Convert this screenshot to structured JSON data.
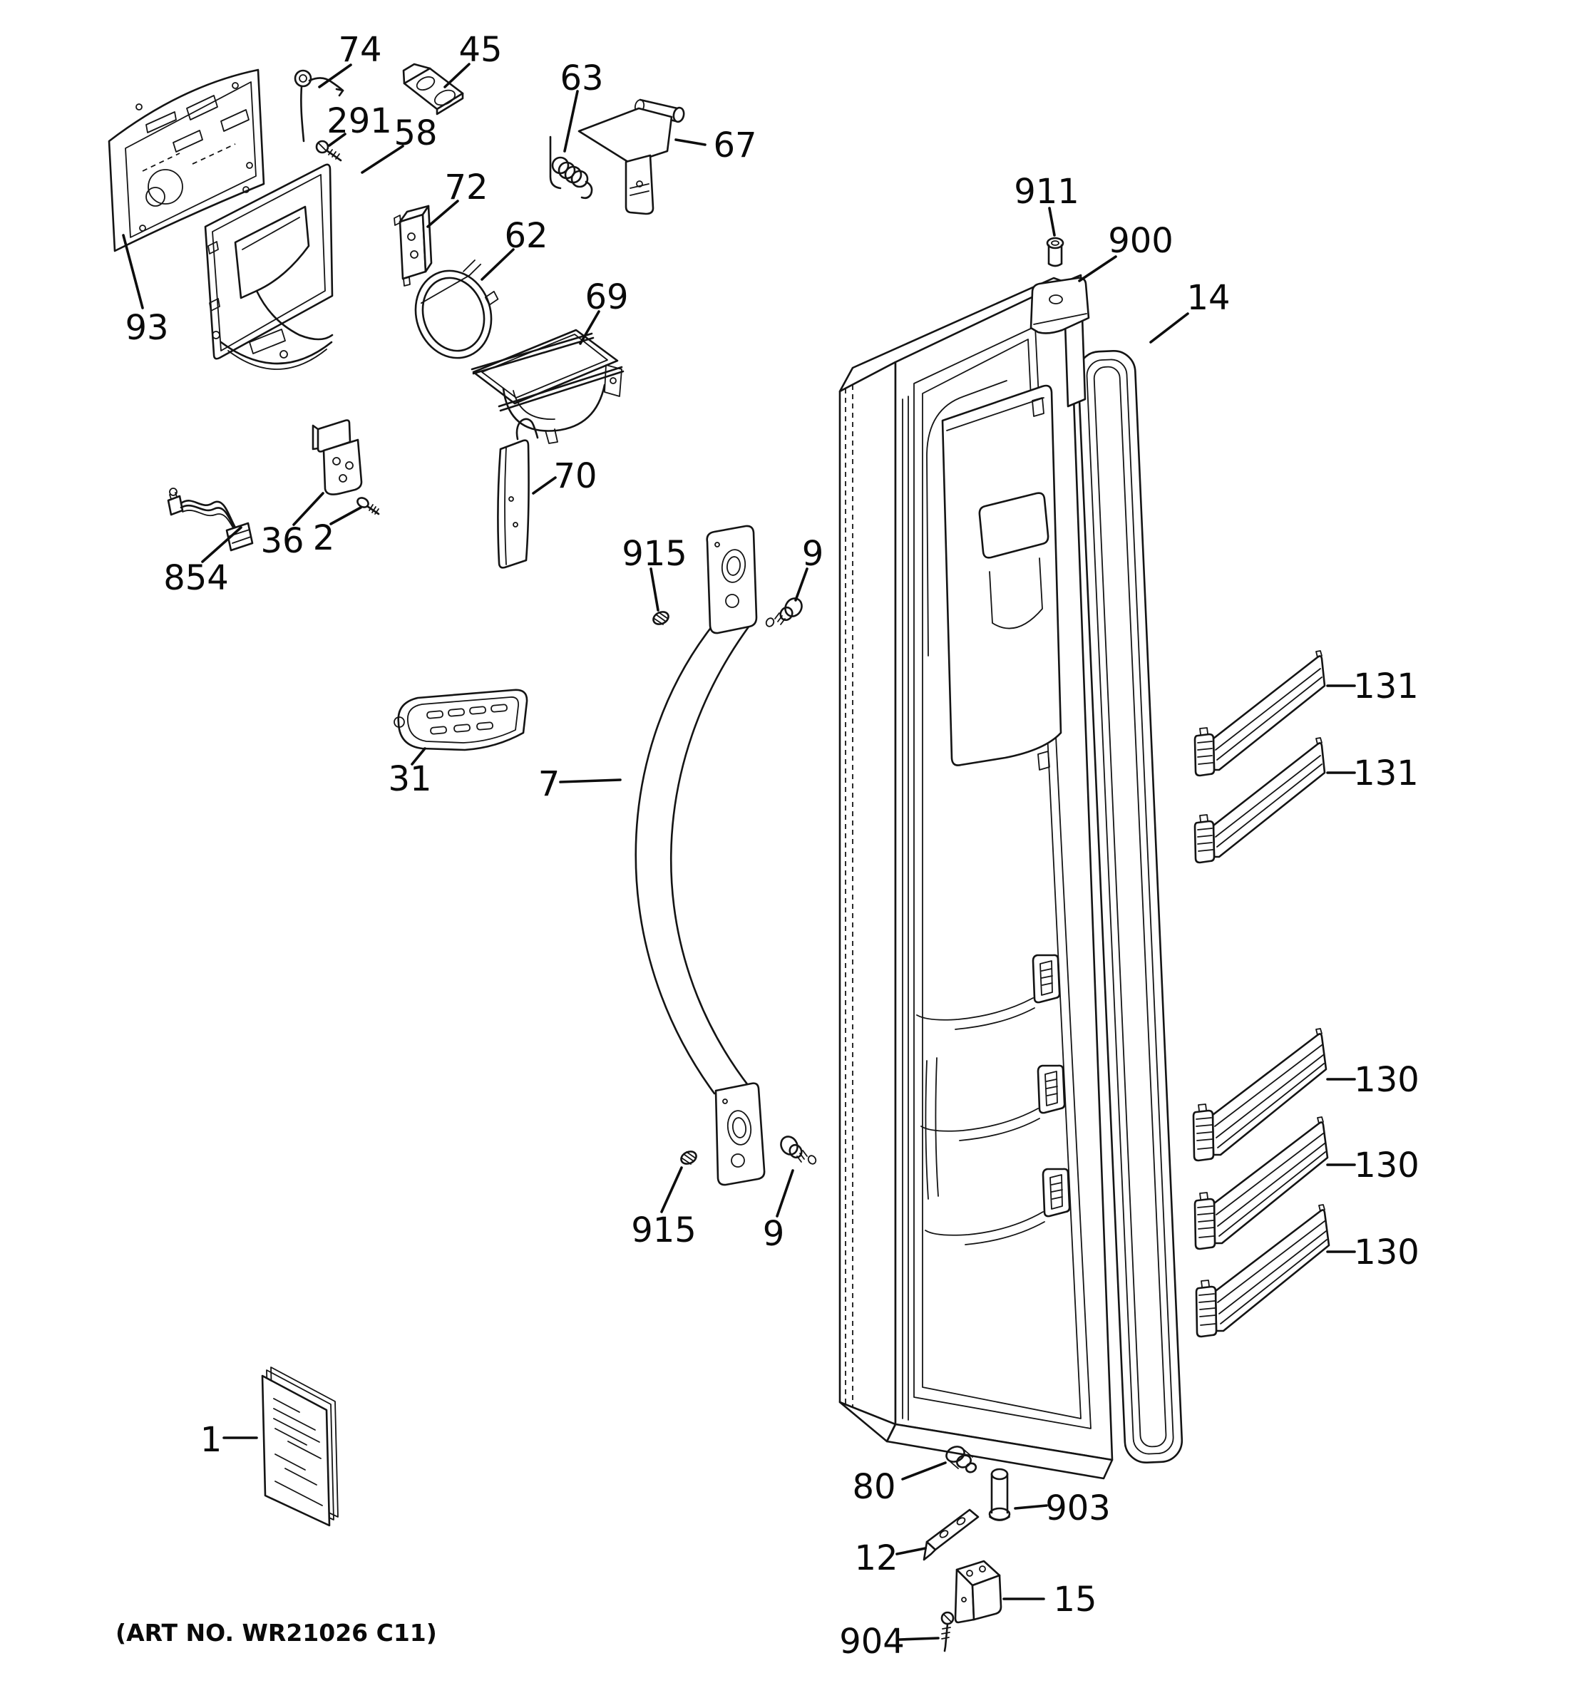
{
  "page": {
    "art_no": "(ART NO. WR21026 C11)"
  },
  "labels": {
    "p74": "74",
    "p45": "45",
    "p63": "63",
    "p67": "67",
    "p291": "291",
    "p58": "58",
    "p72": "72",
    "p62": "62",
    "p69": "69",
    "p93": "93",
    "p36": "36",
    "p2": "2",
    "p70": "70",
    "p854": "854",
    "p915_top": "915",
    "p9_top": "9",
    "p31": "31",
    "p7": "7",
    "p911": "911",
    "p900": "900",
    "p14": "14",
    "p131_1": "131",
    "p131_2": "131",
    "p130_1": "130",
    "p130_2": "130",
    "p130_3": "130",
    "p915_bottom": "915",
    "p9_bottom": "9",
    "p1": "1",
    "p80": "80",
    "p903": "903",
    "p12": "12",
    "p15": "15",
    "p904": "904"
  }
}
